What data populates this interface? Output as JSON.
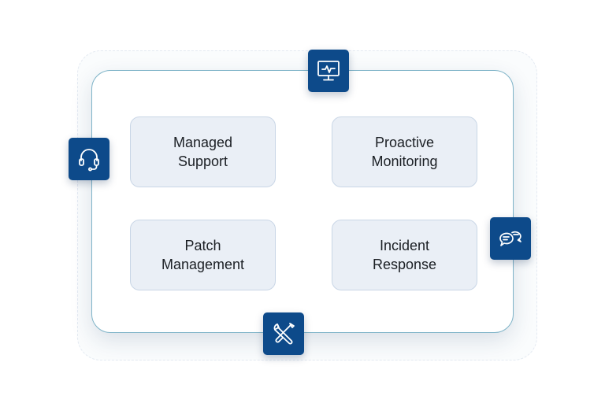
{
  "cards": [
    {
      "line1": "Managed",
      "line2": "Support"
    },
    {
      "line1": "Proactive",
      "line2": "Monitoring"
    },
    {
      "line1": "Patch",
      "line2": "Management"
    },
    {
      "line1": "Incident",
      "line2": "Response"
    }
  ],
  "icons": {
    "top": "monitor-activity-icon",
    "left": "headset-icon",
    "right": "chat-bubbles-icon",
    "bottom": "wrench-screwdriver-icon"
  },
  "colors": {
    "badge": "#0d4a8a",
    "card_fill": "#eaeff6",
    "panel_border": "#7fb4c8"
  }
}
